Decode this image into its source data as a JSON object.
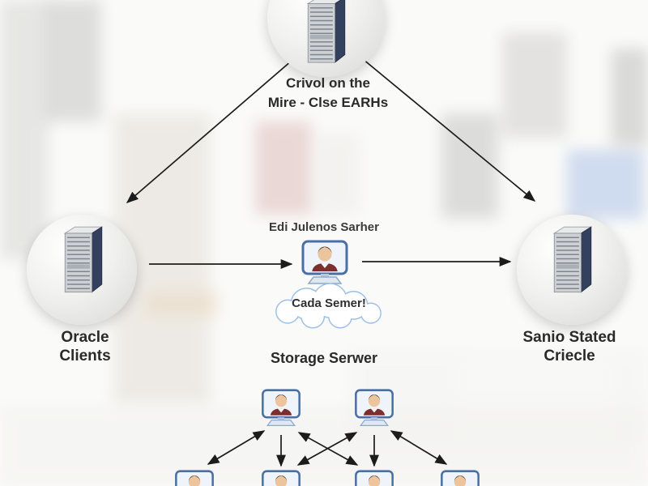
{
  "nodes": {
    "top_server": {
      "icon": "server-icon",
      "label_lines": [
        "Crivol on the",
        "Mire - Clse EARHs"
      ]
    },
    "left_server": {
      "icon": "server-icon",
      "label_lines": [
        "Oracle",
        "Clients"
      ]
    },
    "right_server": {
      "icon": "server-icon",
      "label_lines": [
        "Sanio Stated",
        "Criecle"
      ]
    },
    "central_workstation": {
      "icon": "person-workstation-icon",
      "title": "Edi Julenos Sarher",
      "speech_bubble": "Cada Semer!",
      "caption": "Storage Serwer"
    },
    "user_grid": {
      "icon": "person-workstation-icon",
      "middle_row_count": 2,
      "bottom_row_count": 4
    }
  },
  "colors": {
    "arrow": "#1c1c1c",
    "server_panel_navy": "#33415f",
    "monitor_border_blue": "#4a6fa5",
    "cloud_outline": "#9cc0e4",
    "label_text": "#2a2a2a"
  }
}
